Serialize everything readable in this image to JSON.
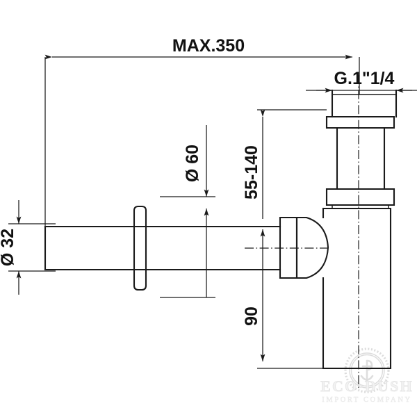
{
  "drawing": {
    "title": "Bottle trap technical dimension drawing",
    "background_color": "#ffffff",
    "line_color": "#1a1a1a",
    "dimensions": {
      "max_length": {
        "label": "MAX.350",
        "name": "max-350",
        "orientation": "horizontal",
        "value": 350,
        "unit": "mm"
      },
      "thread": {
        "label": "G.1\"1/4",
        "name": "thread-size",
        "orientation": "horizontal"
      },
      "height_range": {
        "label": "55-140",
        "name": "height-range",
        "orientation": "vertical",
        "min": 55,
        "max": 140,
        "unit": "mm"
      },
      "outlet_diameter": {
        "label": "Ø 60",
        "name": "diameter-60",
        "orientation": "vertical",
        "value": 60,
        "unit": "mm"
      },
      "inlet_diameter": {
        "label": "Ø 32",
        "name": "diameter-32",
        "orientation": "vertical",
        "value": 32,
        "unit": "mm"
      },
      "drop_height": {
        "label": "90",
        "name": "drop-height",
        "orientation": "vertical",
        "value": 90,
        "unit": "mm"
      }
    },
    "watermark": {
      "brand": "ECO·DUSH",
      "tagline": "IMPORT COMPANY",
      "color": "#f0f0f0"
    }
  }
}
